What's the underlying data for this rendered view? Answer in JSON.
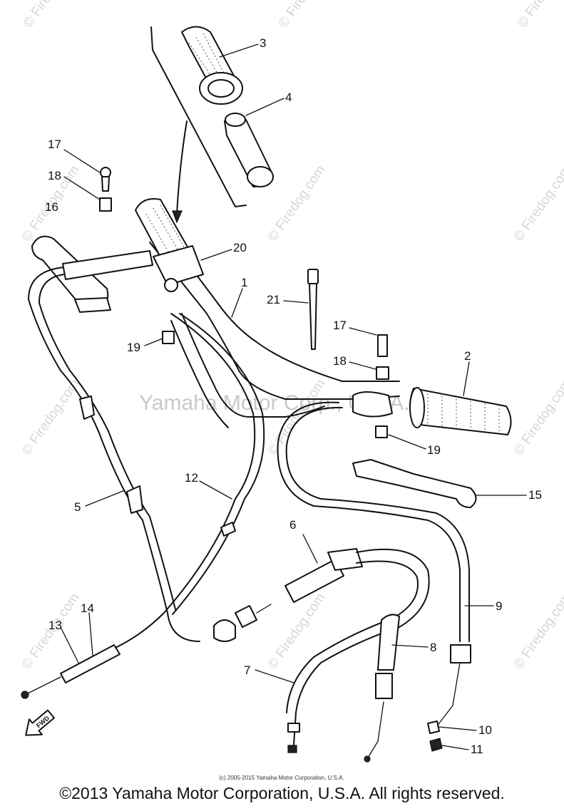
{
  "callouts": [
    {
      "id": "1",
      "label": "1"
    },
    {
      "id": "2",
      "label": "2"
    },
    {
      "id": "3",
      "label": "3"
    },
    {
      "id": "4",
      "label": "4"
    },
    {
      "id": "5",
      "label": "5"
    },
    {
      "id": "6",
      "label": "6"
    },
    {
      "id": "7",
      "label": "7"
    },
    {
      "id": "8",
      "label": "8"
    },
    {
      "id": "9",
      "label": "9"
    },
    {
      "id": "10",
      "label": "10"
    },
    {
      "id": "11",
      "label": "11"
    },
    {
      "id": "12",
      "label": "12"
    },
    {
      "id": "13",
      "label": "13"
    },
    {
      "id": "14",
      "label": "14"
    },
    {
      "id": "15",
      "label": "15"
    },
    {
      "id": "16",
      "label": "16"
    },
    {
      "id": "17a",
      "label": "17"
    },
    {
      "id": "17b",
      "label": "17"
    },
    {
      "id": "18a",
      "label": "18"
    },
    {
      "id": "18b",
      "label": "18"
    },
    {
      "id": "19a",
      "label": "19"
    },
    {
      "id": "19b",
      "label": "19"
    },
    {
      "id": "20",
      "label": "20"
    },
    {
      "id": "21",
      "label": "21"
    }
  ],
  "fwd_label": "FWD",
  "watermark_text": "© Firedog.com",
  "center_watermark": "Yamaha Motor Corp., U.S.A.",
  "small_copyright": "(c) 2005-2015 Yamaha Motor Corporation, U.S.A.",
  "footer_copyright": "©2013 Yamaha Motor Corporation, U.S.A. All rights reserved."
}
